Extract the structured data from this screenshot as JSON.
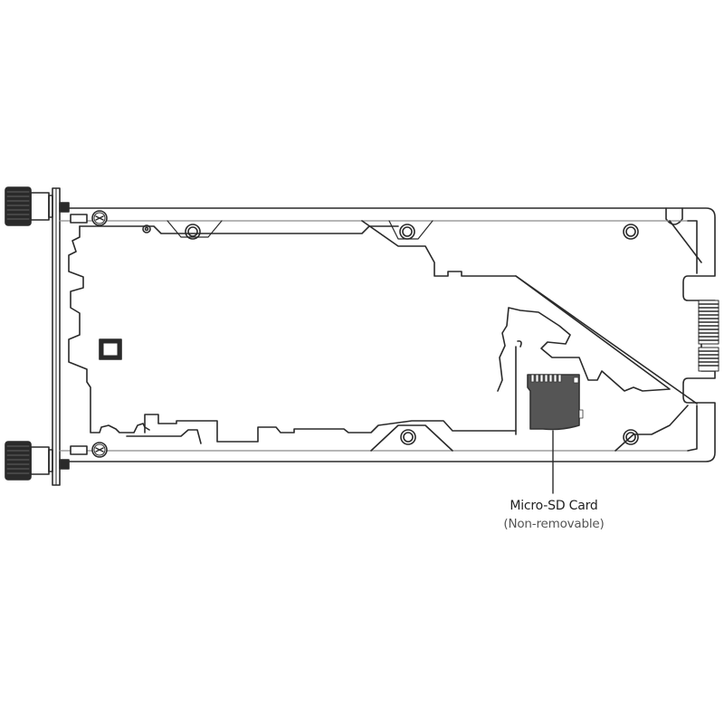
{
  "diagram": {
    "subject": "circuit board module with antenna connectors",
    "colors": {
      "stroke": "#2a2a2a",
      "stroke_light": "#8a8a8a",
      "sd_fill": "#555555",
      "background": "#ffffff"
    },
    "callouts": [
      {
        "title": "Micro-SD Card",
        "subtitle": "(Non-removable)"
      }
    ],
    "components": [
      "antenna-connector-top",
      "antenna-connector-bottom",
      "mounting-screw-top",
      "mounting-screw-bottom",
      "chip",
      "micro-sd-card",
      "edge-connector"
    ]
  }
}
